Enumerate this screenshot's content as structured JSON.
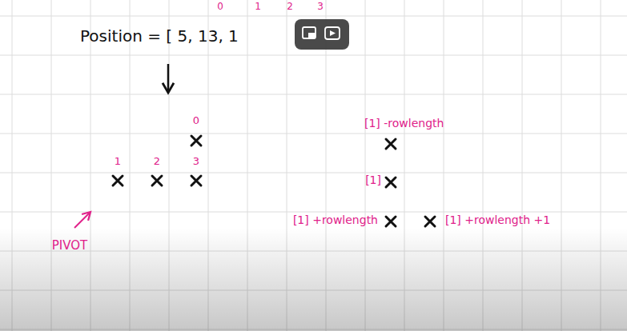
{
  "diagram": {
    "labels": [
      "Position = [ 5, 13, 1",
      "0",
      "1",
      "2",
      "3",
      "0",
      "1",
      "2",
      "3",
      "PIVOT",
      "[1] -rowlength",
      "[1]",
      "[1] +rowlength",
      "[1] +rowlength +1"
    ]
  }
}
